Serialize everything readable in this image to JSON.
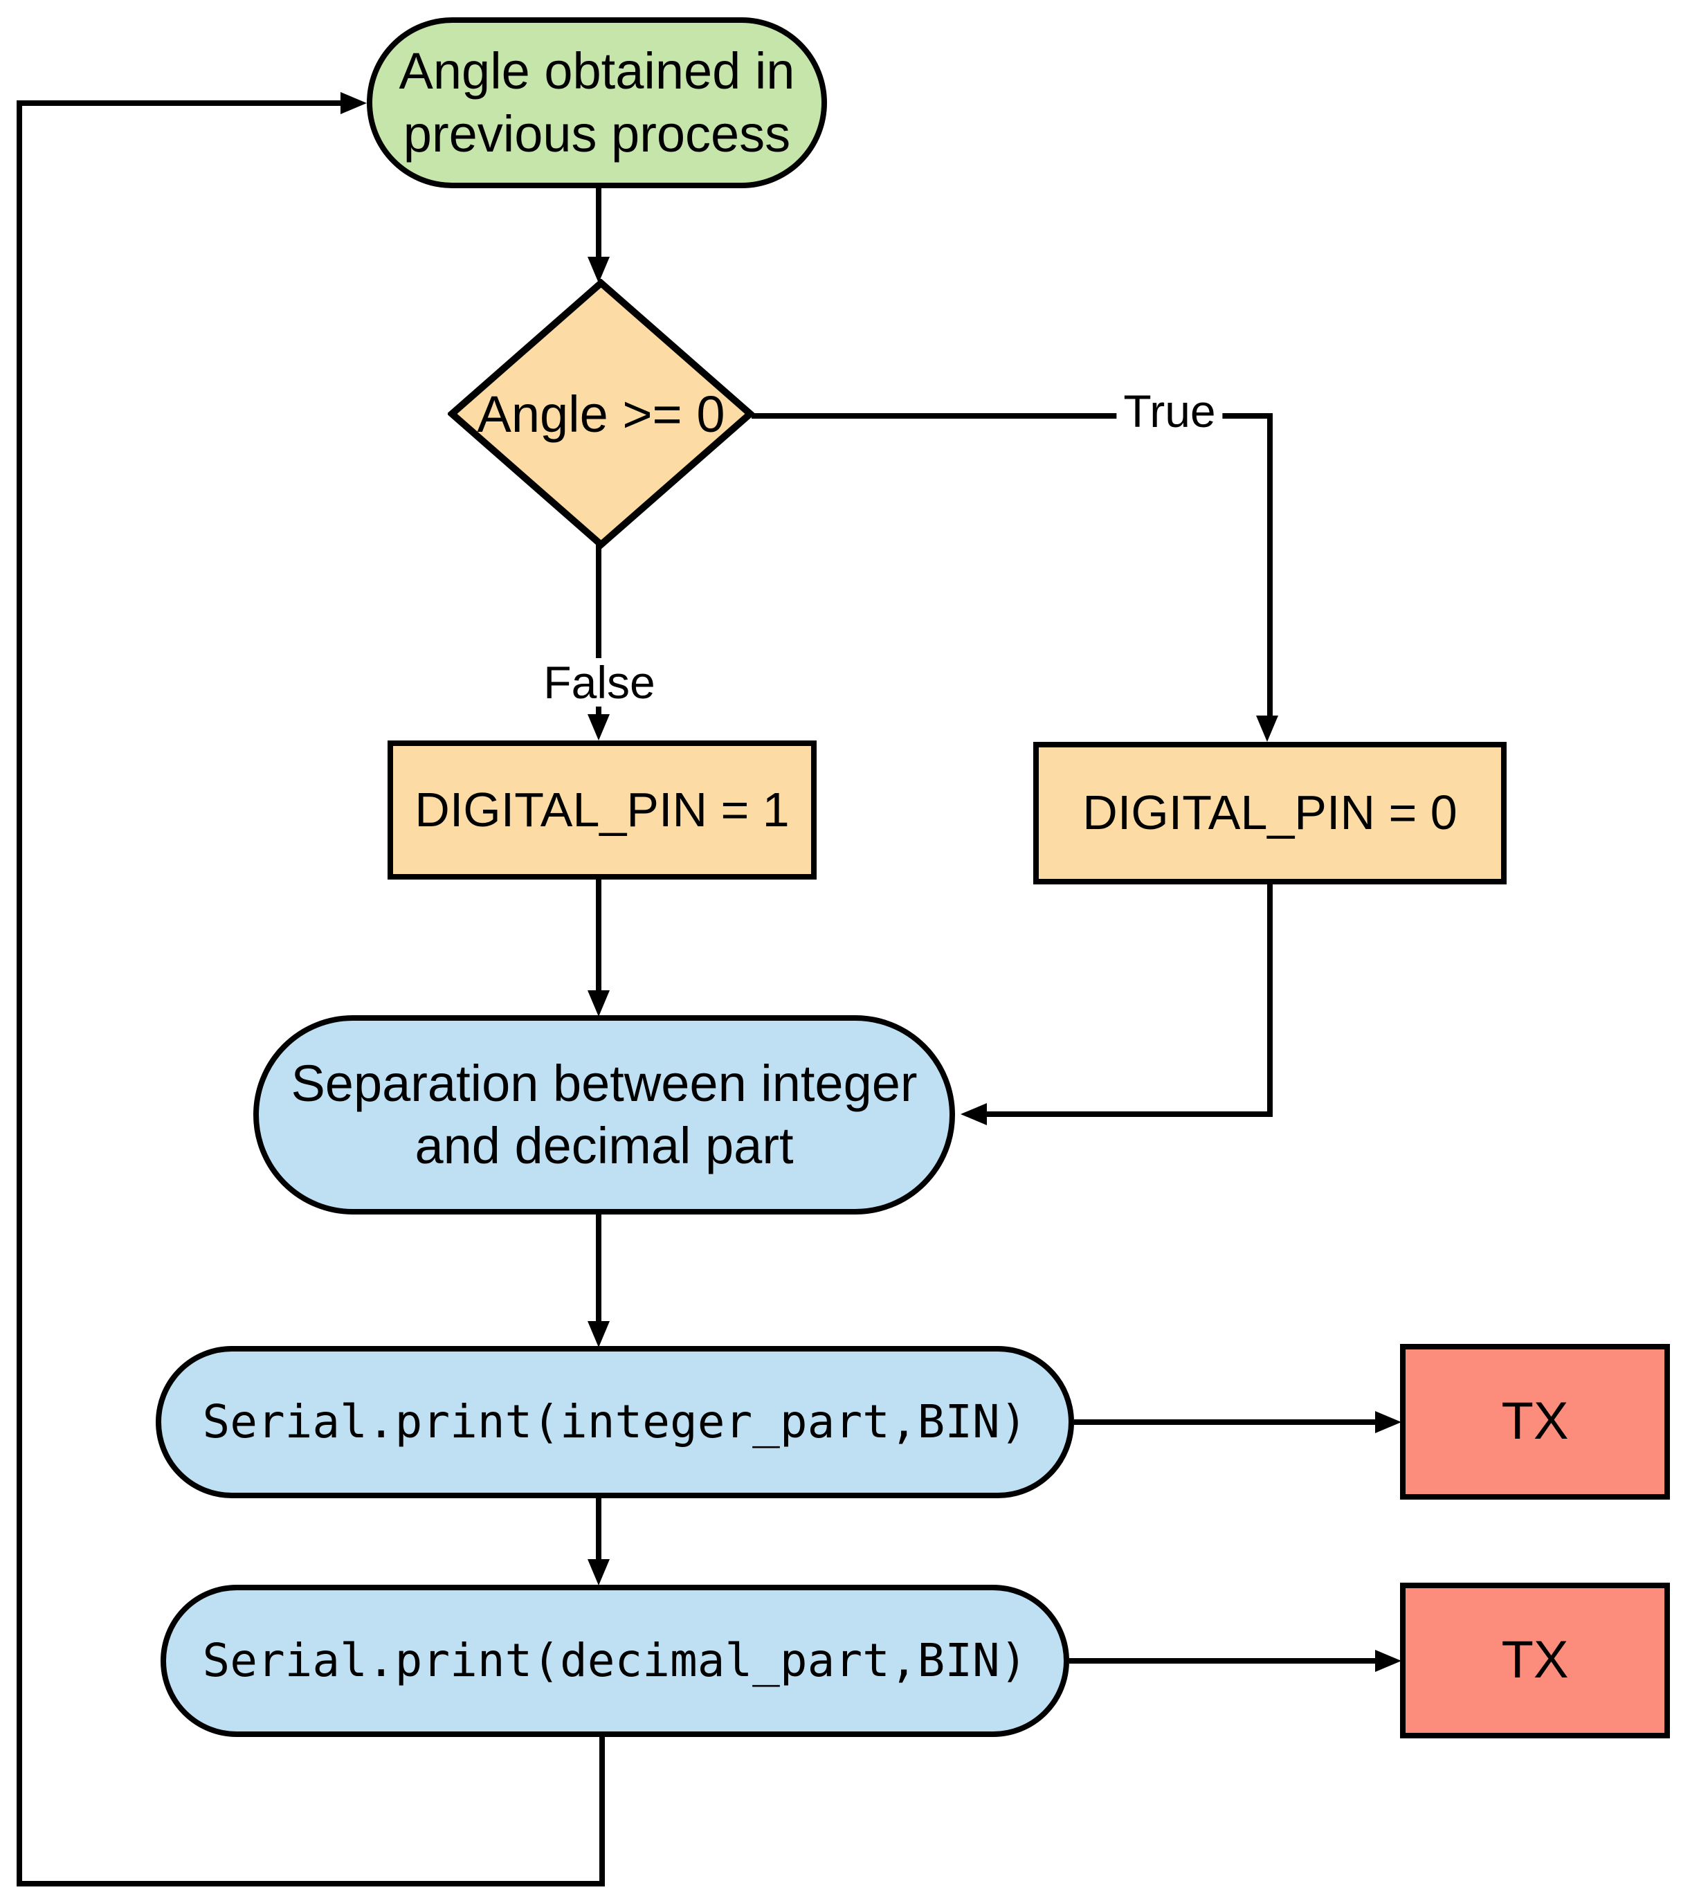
{
  "colors": {
    "background": "#ffffff",
    "stroke": "#000000",
    "start_fill": "#c6e5ab",
    "decision_fill": "#fcdca4",
    "process_fill": "#fcdca4",
    "io_fill": "#bee0f2",
    "tx_fill": "#fc8d7c"
  },
  "nodes": {
    "start": {
      "label": "Angle obtained in\nprevious process"
    },
    "decision": {
      "label": "Angle >= 0"
    },
    "set_pin_1": {
      "label": "DIGITAL_PIN = 1"
    },
    "set_pin_0": {
      "label": "DIGITAL_PIN = 0"
    },
    "separation": {
      "label": "Separation between integer\nand decimal part"
    },
    "print_integer": {
      "label": "Serial.print(integer_part,BIN)"
    },
    "print_decimal": {
      "label": "Serial.print(decimal_part,BIN)"
    },
    "tx_integer": {
      "label": "TX"
    },
    "tx_decimal": {
      "label": "TX"
    }
  },
  "edge_labels": {
    "true_branch": "True",
    "false_branch": "False"
  }
}
